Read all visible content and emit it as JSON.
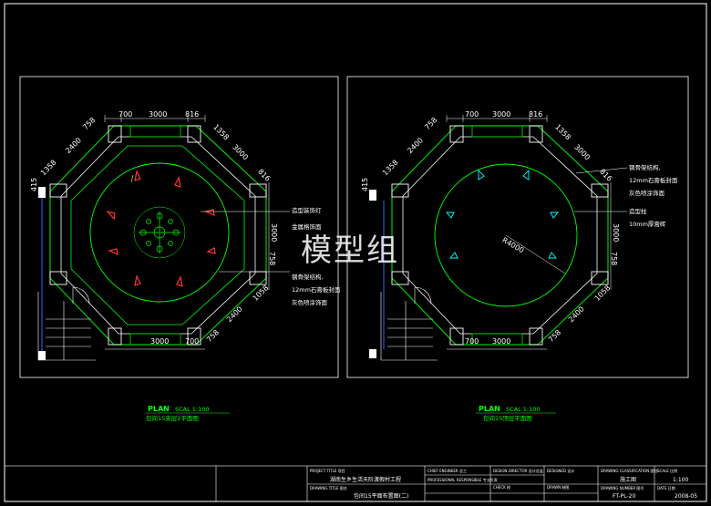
{
  "watermark": "模型组",
  "left_plan": {
    "plan_label": "PLAN",
    "scale_label": "SCAL 1:100",
    "title": "包间15夹层2平面图",
    "dims": {
      "top_a": "700",
      "top_b": "3000",
      "top_c": "816",
      "ul_a": "758",
      "ul_b": "2400",
      "ul_c": "1358",
      "ur_a": "1358",
      "ur_b": "3000",
      "ur_c": "816",
      "right_a": "3000",
      "lr_a": "1058",
      "lr_b": "2400",
      "lr_c": "758",
      "bottom_a": "3000",
      "bottom_b": "700",
      "left_a": "415",
      "right_b": "758"
    },
    "notes": [
      "造型装饰灯",
      "金属格饰面",
      "钢骨架结构,",
      "12mm石膏板封面",
      "灰色喷涂饰面"
    ]
  },
  "right_plan": {
    "plan_label": "PLAN",
    "scale_label": "SCAL 1:100",
    "title": "包间15顶层平面图",
    "radius_label": "R4000",
    "dims": {
      "top_a": "700",
      "top_b": "3000",
      "top_c": "816",
      "ul_a": "758",
      "ul_b": "2400",
      "ul_c": "1358",
      "ur_a": "1358",
      "ur_b": "3000",
      "ur_c": "816",
      "right_a": "3000",
      "lr_a": "1058",
      "lr_b": "2400",
      "lr_c": "758",
      "bottom_a": "3000",
      "bottom_b": "700",
      "left_a": "415",
      "right_b": "758"
    },
    "notes": [
      "钢骨架结构,",
      "12mm石膏板封面",
      "灰色喷涂饰面",
      "造型柱",
      "10mm厚膏砖"
    ]
  },
  "title_block": {
    "project_label": "PROJECT TITLE 项目",
    "project_value": "湖南生乡生活天阶渡假村工程",
    "drawing_label": "DRAWING TITLE 图名",
    "drawing_value": "包间15平面布置图(二)",
    "chief_engineer_label": "CHIEF ENGINEER 总工",
    "professional_label": "PROFESSIONAL RESPONSIBLE 专业负责",
    "design_director_label": "DESIGN DIRECTOR 设计总监",
    "check_label": "CHECK 校",
    "designed_label": "DESIGNED 设计",
    "drawn_label": "DRAWN 制图",
    "drawing_classification_label": "DRAWING CLASSIFICATION 图别",
    "drawing_classification_value": "施工图",
    "drawing_number_label": "DRAWING NUMBER 图号",
    "drawing_number_value": "FT-PL-20",
    "scale_label": "SCALE 比例",
    "scale_value": "1:100",
    "date_label": "DATE 日期",
    "date_value": "2008-05"
  },
  "colors": {
    "background": "#000000",
    "wall_green": "#00cc00",
    "ceiling_green": "#00ff00",
    "frame_white": "#ffffff",
    "light_red": "#ff3333",
    "plan_label_green": "#00ff00",
    "accent_cyan": "#00ffff",
    "accent_yellow": "#ffff00",
    "title_blue": "#3333ff"
  }
}
